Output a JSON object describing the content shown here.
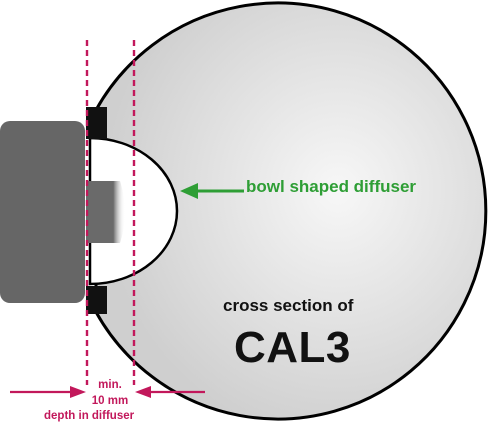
{
  "diagram": {
    "diffuser_label": "bowl shaped diffuser",
    "cross_section_label": "cross section of",
    "model_label": "CAL3",
    "min_label": "min.",
    "mm_label": "10 mm",
    "depth_label": "depth in diffuser"
  },
  "colors": {
    "sphere_fill_center": "#f7f7f7",
    "sphere_fill_edge": "#cfcfcf",
    "outline": "#000000",
    "detector_body": "#666666",
    "sensor_tip": "#6a6a6a",
    "clamp": "#111111",
    "guide_line": "#c2185b",
    "dimension_text": "#c2185b",
    "diffuser_arrow": "#2e9e35",
    "diffuser_text": "#2e9e35",
    "main_text": "#111111"
  }
}
